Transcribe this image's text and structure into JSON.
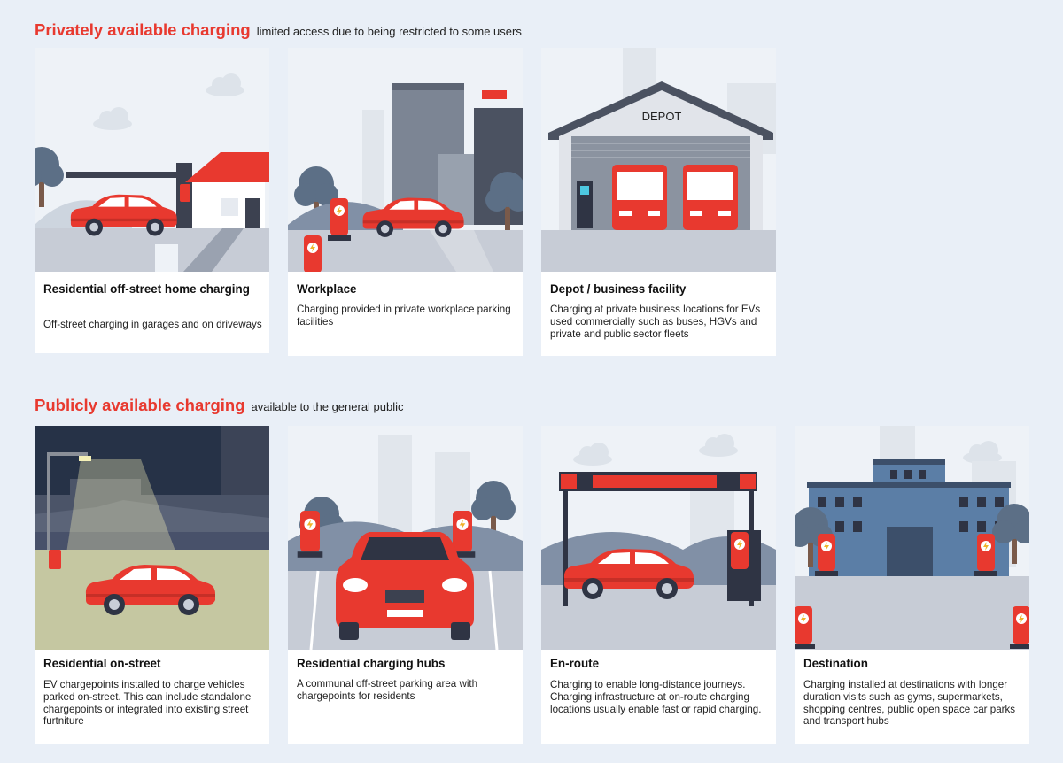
{
  "sections": {
    "private": {
      "title": "Privately available charging",
      "subtitle": "limited access due to being restricted to some users"
    },
    "public": {
      "title": "Publicly available charging",
      "subtitle": "available to the general public"
    }
  },
  "cards": {
    "home": {
      "title": "Residential off-street home charging",
      "desc": "Off-street charging in garages and on driveways"
    },
    "workplace": {
      "title": "Workplace",
      "desc": "Charging provided in private workplace parking facilities"
    },
    "depot": {
      "title": "Depot / business facility",
      "desc": "Charging at private business locations for EVs used commercially such as buses, HGVs and private and public sector fleets",
      "sign": "DEPOT"
    },
    "onstreet": {
      "title": "Residential on-street",
      "desc": "EV chargepoints installed to charge vehicles parked on-street. This can include standalone chargepoints or integrated into existing street furtniture"
    },
    "hubs": {
      "title": "Residential charging hubs",
      "desc": "A communal off-street parking area with chargepoints for residents"
    },
    "enroute": {
      "title": "En-route",
      "desc": "Charging to enable long-distance journeys. Charging infrastructure at on-route charging locations usually enable fast or rapid charging."
    },
    "destination": {
      "title": "Destination",
      "desc": "Charging installed at destinations with longer duration visits such as gyms, supermarkets, shopping centres, public open space car parks and transport hubs"
    }
  },
  "colors": {
    "accent": "#e8392f",
    "background": "#e9eff7",
    "road": "#c7ccd6"
  }
}
